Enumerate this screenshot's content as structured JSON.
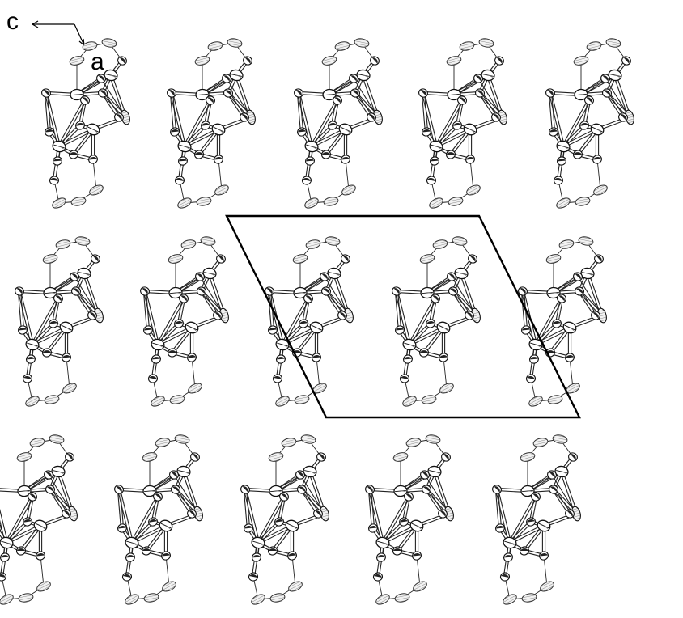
{
  "axes": {
    "label_c": "c",
    "label_a": "a"
  },
  "colors": {
    "background": "#ffffff",
    "ink": "#000000",
    "metal_fill": "#ffffff",
    "oxygen_fill": "#222222",
    "carbon_fill": "#dddddd"
  },
  "figure": {
    "kind": "crystal packing diagram (ORTEP-style)",
    "layers": 3,
    "units_per_layer": 4
  }
}
